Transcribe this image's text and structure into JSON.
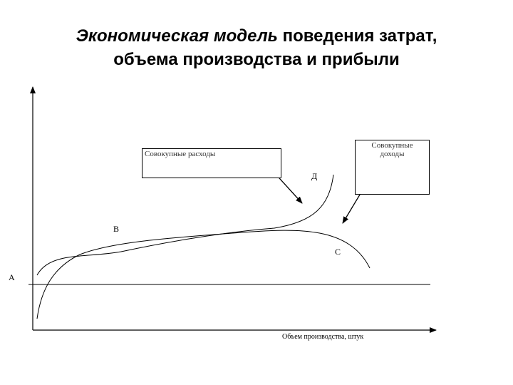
{
  "title": {
    "line1_italic": "Экономическая модель",
    "line1_rest": " поведения затрат,",
    "line2": "объема производства и прибыли"
  },
  "labels": {
    "total_costs": "Совокупные расходы",
    "total_revenue_line1": "Совокупные",
    "total_revenue_line2": "доходы",
    "x_axis": "Объем производства, штук"
  },
  "points": {
    "a": "A",
    "b": "B",
    "c": "C",
    "d": "Д"
  },
  "colors": {
    "line": "#000000",
    "label_text": "#333333"
  }
}
